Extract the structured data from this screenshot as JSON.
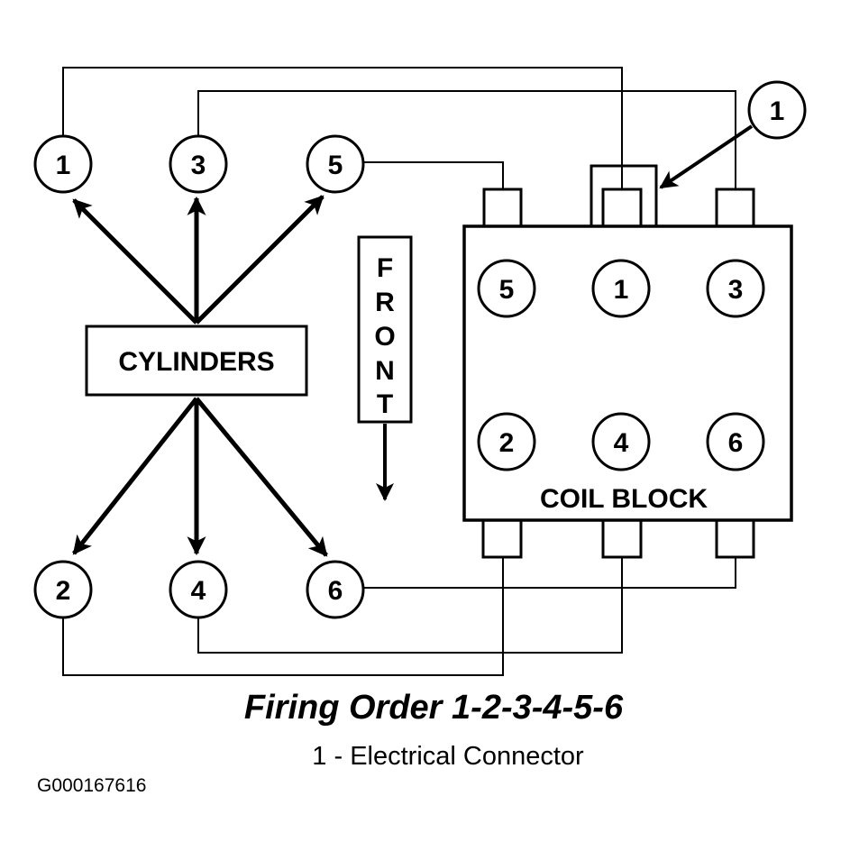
{
  "diagram": {
    "title": "Firing Order 1-2-3-4-5-6",
    "legend": "1 - Electrical Connector",
    "figure_id": "G000167616",
    "cylinders_label": "CYLINDERS",
    "coil_block_label": "COIL BLOCK",
    "front_label": [
      "F",
      "R",
      "O",
      "N",
      "T"
    ],
    "callout_number": "1",
    "cylinders_top": [
      "1",
      "3",
      "5"
    ],
    "cylinders_bottom": [
      "2",
      "4",
      "6"
    ],
    "coil_top": [
      "5",
      "1",
      "3"
    ],
    "coil_bottom": [
      "2",
      "4",
      "6"
    ],
    "line_color": "#000000",
    "background_color": "#ffffff"
  }
}
